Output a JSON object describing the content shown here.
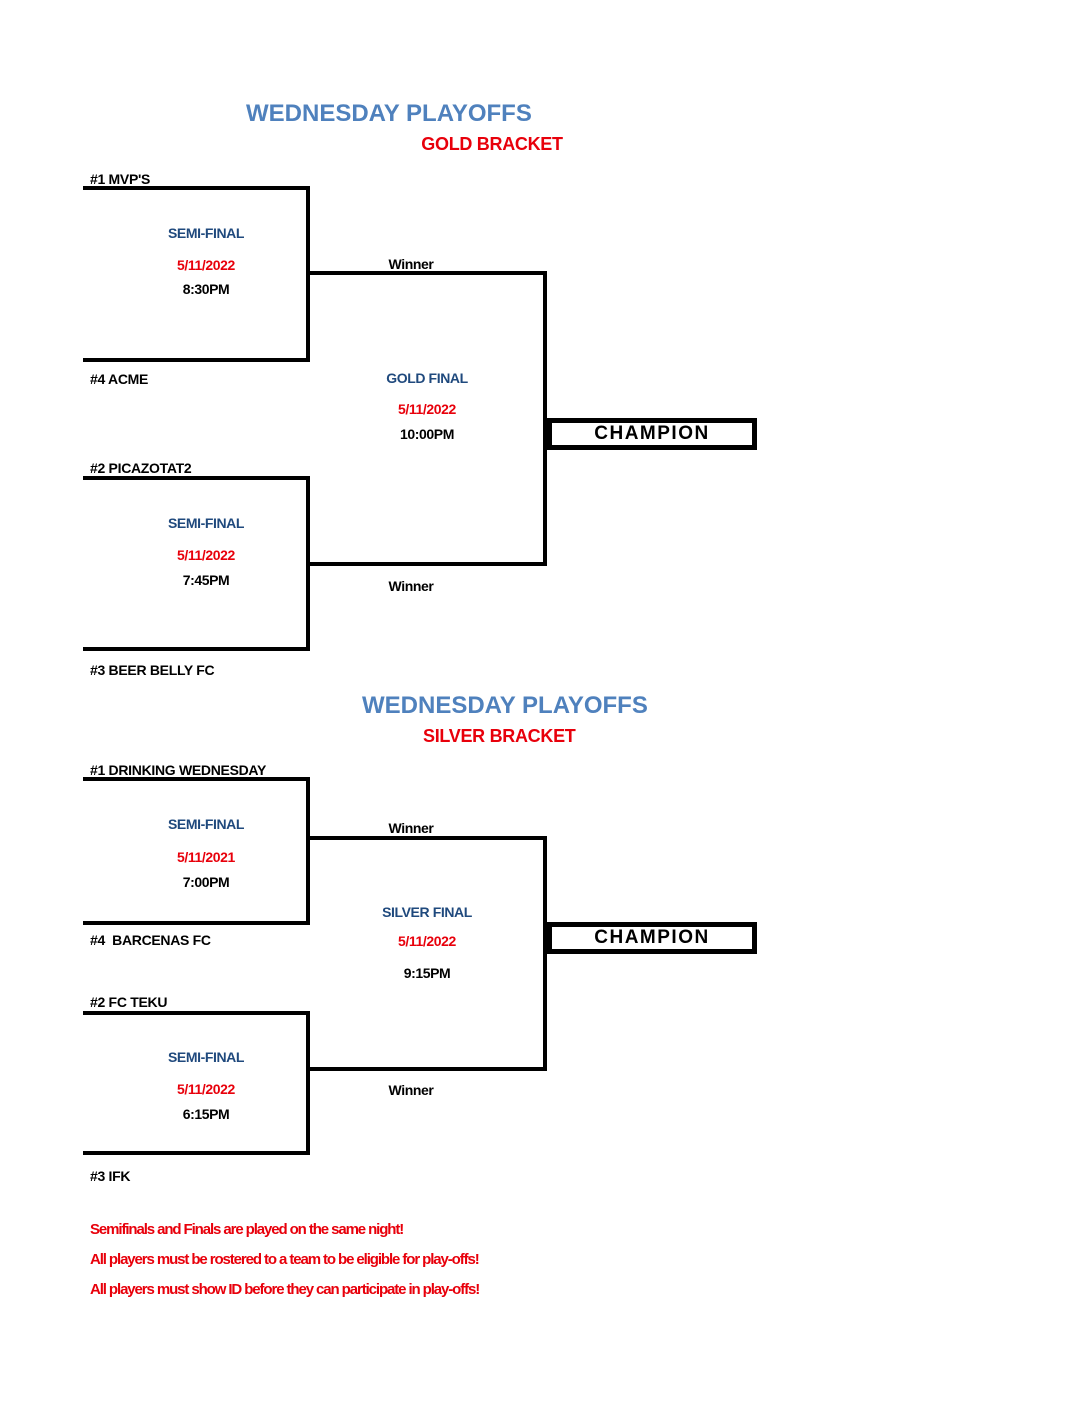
{
  "colors": {
    "title_blue": "#4f81bd",
    "label_blue": "#1f497d",
    "red": "#e8000b",
    "line_black": "#000000"
  },
  "brackets": [
    {
      "title": "WEDNESDAY PLAYOFFS",
      "subtitle": "GOLD BRACKET",
      "winner_top": "Winner",
      "winner_bottom": "Winner",
      "final_label": "GOLD FINAL",
      "final_date": "5/11/2022",
      "final_time": "10:00PM",
      "champion_label": "CHAMPION",
      "matches": [
        {
          "team_top": "#1 MVP'S",
          "team_bottom": "#4 ACME",
          "round_label": "SEMI-FINAL",
          "date": "5/11/2022",
          "time": "8:30PM"
        },
        {
          "team_top": "#2 PICAZOTAT2",
          "team_bottom": "#3 BEER BELLY FC",
          "round_label": "SEMI-FINAL",
          "date": "5/11/2022",
          "time": "7:45PM"
        }
      ]
    },
    {
      "title": "WEDNESDAY PLAYOFFS",
      "subtitle": "SILVER BRACKET",
      "winner_top": "Winner",
      "winner_bottom": "Winner",
      "final_label": "SILVER FINAL",
      "final_date": "5/11/2022",
      "final_time": "9:15PM",
      "champion_label": "CHAMPION",
      "matches": [
        {
          "team_top": "#1 DRINKING WEDNESDAY",
          "team_bottom": "#4  BARCENAS FC",
          "round_label": "SEMI-FINAL",
          "date": "5/11/2021",
          "time": "7:00PM"
        },
        {
          "team_top": "#2 FC TEKU",
          "team_bottom": "#3 IFK",
          "round_label": "SEMI-FINAL",
          "date": "5/11/2022",
          "time": "6:15PM"
        }
      ]
    }
  ],
  "footer": {
    "lines": [
      "Semifinals and Finals are played on the same night!",
      "All players must be rostered to a team to be eligible for play-offs!",
      "All players must show ID before they can participate in play-offs!"
    ]
  }
}
